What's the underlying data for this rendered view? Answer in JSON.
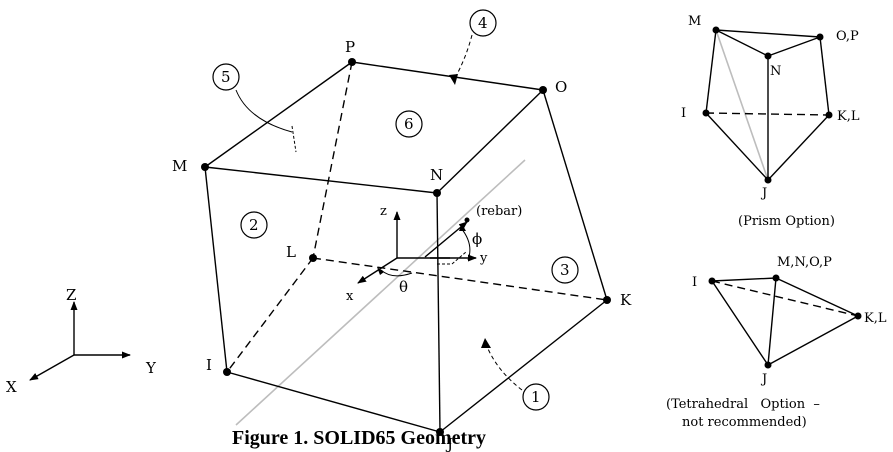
{
  "caption": "Figure 1. SOLID65 Geometry",
  "main_element": {
    "nodes": {
      "I": "I",
      "J": "J",
      "K": "K",
      "L": "L",
      "M": "M",
      "N": "N",
      "O": "O",
      "P": "P"
    },
    "faces": [
      "1",
      "2",
      "3",
      "4",
      "5",
      "6"
    ],
    "local_axes": {
      "x": "x",
      "y": "y",
      "z": "z"
    },
    "rebar_label": "(rebar)",
    "theta": "θ",
    "phi": "ϕ"
  },
  "global_axes": {
    "x": "X",
    "y": "Y",
    "z": "Z"
  },
  "prism": {
    "nodes": {
      "M": "M",
      "OP": "O,P",
      "N": "N",
      "I": "I",
      "KL": "K,L",
      "J": "J"
    },
    "caption": "(Prism Option)"
  },
  "tetra": {
    "nodes": {
      "MNOP": "M,N,O,P",
      "I": "I",
      "KL": "K,L",
      "J": "J"
    },
    "caption_line1": "(Tetrahedral   Option  –",
    "caption_line2": "not recommended)"
  }
}
